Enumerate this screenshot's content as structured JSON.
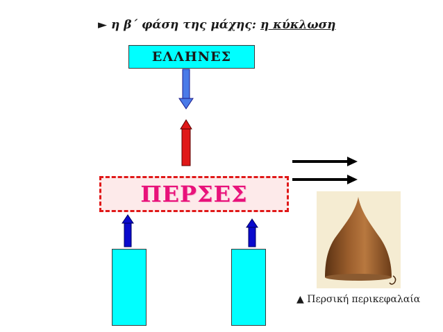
{
  "title": {
    "marker": "►",
    "main": "η β΄ φάση της μάχης:",
    "sub": "η κύκλωση"
  },
  "greeks_label": "ΕΛΛΗΝΕΣ",
  "persians_label": "ΠΕΡΣΕΣ",
  "caption": {
    "marker": "▲",
    "text": "Περσική περικεφαλαία"
  },
  "colors": {
    "box_fill": "#00ffff",
    "persian_text": "#e8127a",
    "persian_border": "#e01818",
    "down_arrow": "#4a7ae8",
    "up_arrow_red": "#e01818",
    "up_arrow_blue": "#0a0acd",
    "black_arrow": "#000000"
  },
  "helmet_icon": "persian-helmet-icon"
}
